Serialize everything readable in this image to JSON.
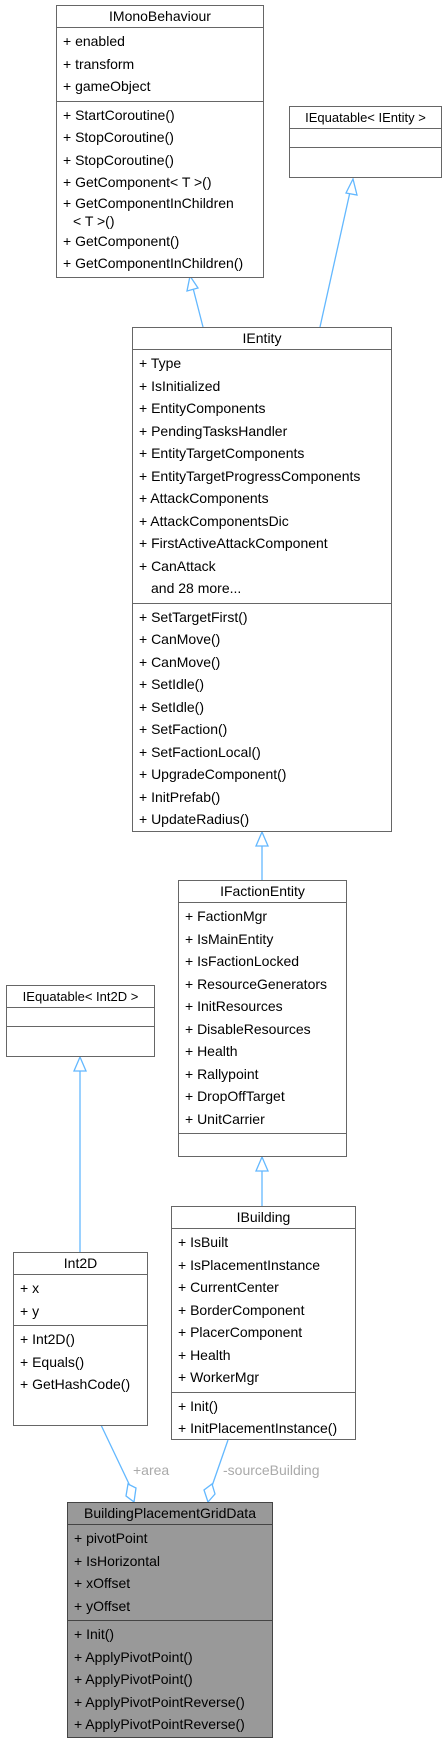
{
  "colors": {
    "edge": "#63B8FF",
    "highlight_fill": "#999999",
    "border": "#666666",
    "label": "#AAAAAA"
  },
  "classes": {
    "imonobehaviour": {
      "name": "IMonoBehaviour",
      "attributes": [
        "+ enabled",
        "+ transform",
        "+ gameObject"
      ],
      "methods": [
        "+ StartCoroutine()",
        "+ StopCoroutine()",
        "+ StopCoroutine()",
        "+ GetComponent< T >()",
        "+ GetComponentInChildren",
        "< T >()",
        "+ GetComponent()",
        "+ GetComponentInChildren()"
      ]
    },
    "iequatable_ientity": {
      "name": "IEquatable< IEntity >"
    },
    "ientity": {
      "name": "IEntity",
      "attributes": [
        "+ Type",
        "+ IsInitialized",
        "+ EntityComponents",
        "+ PendingTasksHandler",
        "+ EntityTargetComponents",
        "+ EntityTargetProgressComponents",
        "+ AttackComponents",
        "+ AttackComponentsDic",
        "+ FirstActiveAttackComponent",
        "+ CanAttack"
      ],
      "more": "and 28 more...",
      "methods": [
        "+ SetTargetFirst()",
        "+ CanMove()",
        "+ CanMove()",
        "+ SetIdle()",
        "+ SetIdle()",
        "+ SetFaction()",
        "+ SetFactionLocal()",
        "+ UpgradeComponent()",
        "+ InitPrefab()",
        "+ UpdateRadius()"
      ]
    },
    "ifactionentity": {
      "name": "IFactionEntity",
      "attributes": [
        "+ FactionMgr",
        "+ IsMainEntity",
        "+ IsFactionLocked",
        "+ ResourceGenerators",
        "+ InitResources",
        "+ DisableResources",
        "+ Health",
        "+ Rallypoint",
        "+ DropOffTarget",
        "+ UnitCarrier"
      ]
    },
    "iequatable_int2d": {
      "name": "IEquatable< Int2D >"
    },
    "int2d": {
      "name": "Int2D",
      "attributes": [
        "+ x",
        "+ y"
      ],
      "methods": [
        "+ Int2D()",
        "+ Equals()",
        "+ GetHashCode()"
      ]
    },
    "ibuilding": {
      "name": "IBuilding",
      "attributes": [
        "+ IsBuilt",
        "+ IsPlacementInstance",
        "+ CurrentCenter",
        "+ BorderComponent",
        "+ PlacerComponent",
        "+ Health",
        "+ WorkerMgr"
      ],
      "methods": [
        "+ Init()",
        "+ InitPlacementInstance()"
      ]
    },
    "gridData": {
      "name": "BuildingPlacementGridData",
      "attributes": [
        "+ pivotPoint",
        "+ IsHorizontal",
        "+ xOffset",
        "+ yOffset"
      ],
      "methods": [
        "+ Init()",
        "+ ApplyPivotPoint()",
        "+ ApplyPivotPoint()",
        "+ ApplyPivotPointReverse()",
        "+ ApplyPivotPointReverse()"
      ]
    }
  },
  "edge_labels": {
    "area": "+area",
    "source_building": "-sourceBuilding"
  }
}
